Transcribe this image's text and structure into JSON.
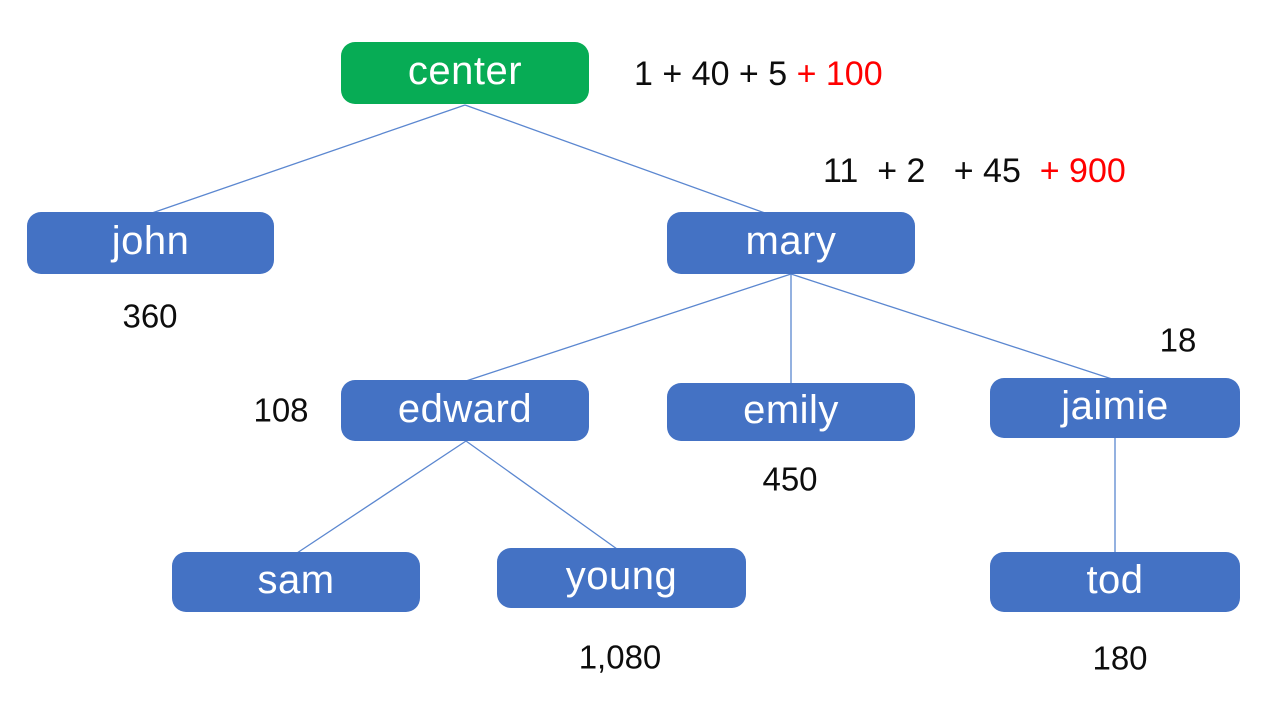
{
  "diagram": {
    "type": "tree",
    "colors": {
      "root_fill": "#07ac55",
      "node_fill": "#4472c4",
      "node_text": "#ffffff",
      "connector": "#5b87d0",
      "value_text": "#0d0d0d",
      "highlight_text": "#ff0000"
    },
    "nodes": {
      "center": {
        "label": "center"
      },
      "john": {
        "label": "john",
        "value": "360"
      },
      "mary": {
        "label": "mary"
      },
      "edward": {
        "label": "edward",
        "value": "108"
      },
      "emily": {
        "label": "emily",
        "value": "450"
      },
      "jaimie": {
        "label": "jaimie",
        "value": "18"
      },
      "sam": {
        "label": "sam"
      },
      "young": {
        "label": "young",
        "value": "1,080"
      },
      "tod": {
        "label": "tod",
        "value": "180"
      }
    },
    "annotations": {
      "center_sum": {
        "black": "1 + 40 + 5 ",
        "red": "+ 100"
      },
      "mary_sum": {
        "black": "11  + 2   + 45  ",
        "red": "+ 900"
      }
    },
    "edges": [
      {
        "from": "center",
        "to": "john"
      },
      {
        "from": "center",
        "to": "mary"
      },
      {
        "from": "mary",
        "to": "edward"
      },
      {
        "from": "mary",
        "to": "emily"
      },
      {
        "from": "mary",
        "to": "jaimie"
      },
      {
        "from": "edward",
        "to": "sam"
      },
      {
        "from": "edward",
        "to": "young"
      },
      {
        "from": "jaimie",
        "to": "tod"
      }
    ]
  }
}
